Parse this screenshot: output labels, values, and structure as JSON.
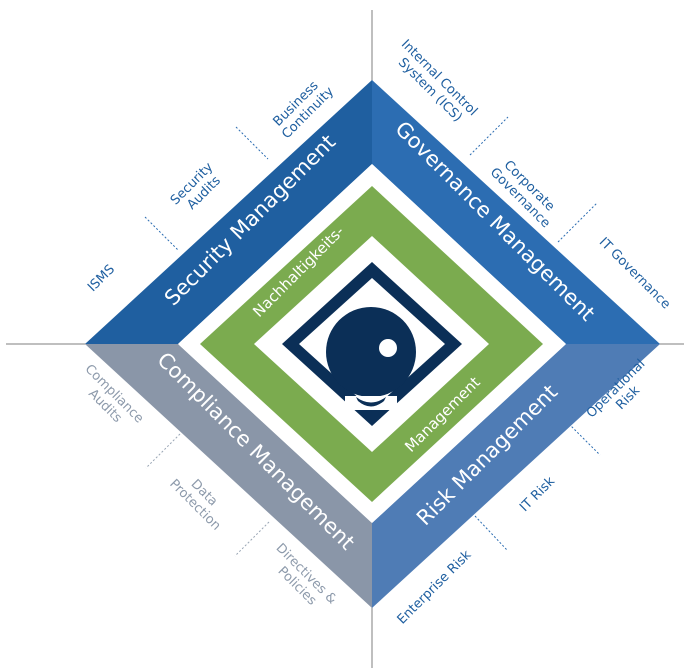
{
  "quadrants": {
    "security": {
      "title": "Security Management",
      "color": "#1f5fa0"
    },
    "governance": {
      "title": "Governance Management",
      "color": "#2c6db2"
    },
    "compliance": {
      "title": "Compliance Management",
      "color": "#8a96a8"
    },
    "risk": {
      "title": "Risk Management",
      "color": "#4f7cb5"
    }
  },
  "center": {
    "top_label": "Nachhaltigkeits-",
    "bottom_label": "Management",
    "green": "#7bab4f",
    "navy": "#0b2f57"
  },
  "labels": {
    "security": {
      "isms": "ISMS",
      "audits": [
        "Security",
        "Audits"
      ],
      "continuity": [
        "Business",
        "Continuity"
      ]
    },
    "governance": {
      "ics": [
        "Internal Control",
        "System (ICS)"
      ],
      "corporate": [
        "Corporate",
        "Governance"
      ],
      "it": "IT Governance"
    },
    "compliance": {
      "audits": [
        "Compliance",
        "Audits"
      ],
      "data": [
        "Data",
        "Protection"
      ],
      "directives": [
        "Directives &",
        "Policies"
      ]
    },
    "risk": {
      "operational": [
        "Operational",
        "Risk"
      ],
      "it": "IT Risk",
      "enterprise": "Enterprise Risk"
    }
  }
}
